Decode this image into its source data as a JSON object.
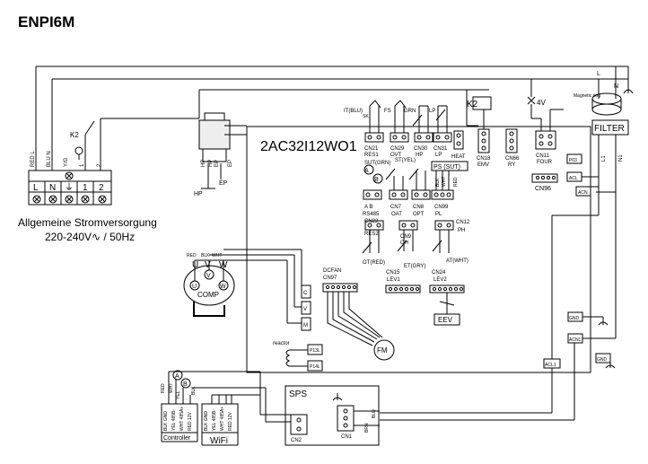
{
  "title": "ENPI6M",
  "board": "2AC32I12WO1",
  "power": {
    "caption_de": "Allgemeine Stromversorgung",
    "caption_v": "220-240V∿ / 50Hz",
    "wire_labels": [
      "RED L",
      "BLU N",
      "Y/G",
      "1",
      "2"
    ],
    "terminals": [
      "L",
      "N",
      "⏚",
      "1",
      "2"
    ],
    "relay": "K2"
  },
  "top_connectors": {
    "cn21": "CN21",
    "res1": "RES1",
    "cn29": "CN29",
    "ovt": "OVT",
    "cn30": "CN30",
    "hp": "HP",
    "cn31": "CN31",
    "lp": "LP",
    "heat": "HEAT",
    "cn18": "CN18",
    "emv": "EMV",
    "cn66": "CN66",
    "ry": "RY",
    "cn11": "CN11",
    "four": "FOUR",
    "k2": "K2",
    "v4": "4V",
    "it_blu": "IT(BLU)",
    "fs": "FS",
    "grn": "GRN",
    "lp_sw": "LP",
    "sk": "SK"
  },
  "right_side": {
    "magnetic_ring": "Magnetic ring",
    "filter": "FILTER",
    "l_top": "L",
    "n_top": "N",
    "p03": "P03",
    "acl": "ACL",
    "acn": "ACN",
    "cn96": "CN96",
    "l1": "L1",
    "n1": "N1",
    "gnd1": "GND",
    "acn1": "ACN1",
    "gnd2": "GND",
    "acl1": "ACL1"
  },
  "sensors": {
    "sut_grn": "SUT(GRN)",
    "st_yel": "ST(YEL)",
    "a": "A",
    "b": "B",
    "ps_sut": "PS (SUT)",
    "blk": "BLK",
    "wht": "WHT",
    "red": "RED",
    "ab": "A  B",
    "rs485": "RS485",
    "cn7": "CN7",
    "oat": "OAT",
    "cn8": "CN8",
    "opt": "OPT",
    "cn99": "CN99",
    "pl": "PL",
    "cn22": "CN22",
    "res2": "RES2",
    "cn9": "CN9",
    "oh": "OH",
    "cn12": "CN12",
    "ph": "PH",
    "ot_red": "OT(RED)",
    "et_gry": "ET(GRY)",
    "at_wht": "AT(WHT)",
    "cn15": "CN15",
    "lev1": "LEV1",
    "cn24": "CN24",
    "lev2": "LEV2",
    "eev": "EEV"
  },
  "left_parts": {
    "hp": "HP",
    "ep": "EP",
    "hp_sw": "HP",
    "ep_sw": "EP",
    "hp_pins": [
      "HP",
      "HP",
      "EP",
      "EP"
    ],
    "comp": "COMP",
    "u": "U",
    "v": "V",
    "w": "W",
    "wire_colors": [
      "RED",
      "BLK",
      "WHT"
    ],
    "uvw": [
      "U",
      "V",
      "W"
    ],
    "dcfan": "DCFAN",
    "cn97": "CN97",
    "fm": "FM",
    "c": "C",
    "v_pin": "V",
    "m": "M",
    "reactor": "reactor",
    "p13l": "P13L",
    "p14l": "P14L"
  },
  "bottom": {
    "sps": "SPS",
    "cn2": "CN2",
    "cn1": "CN1",
    "brn": "BRN",
    "blu": "BLU",
    "controller": "Controller",
    "wifi": "WiFi",
    "ctrl_pins": [
      "BLK GND",
      "YEL 485B-",
      "WHT 485A+",
      "RED 12V"
    ],
    "wifi_pins": [
      "BLK GND",
      "YEL 485B-",
      "WHT 485A+",
      "RED 12V"
    ],
    "a": "A",
    "b": "B",
    "red": "RED",
    "wht": "WHT",
    "yel": "YEL",
    "blk": "BLK"
  }
}
